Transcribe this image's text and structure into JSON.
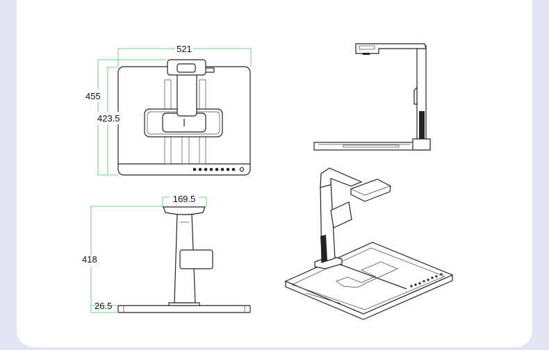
{
  "dimensions": {
    "width": "521",
    "total_height": "455",
    "base_depth": "423.5",
    "head_width": "169.5",
    "arm_height": "418",
    "base_thickness": "26.5"
  },
  "colors": {
    "background": "#e3e5f5",
    "card": "#ffffff",
    "dimension_line": "#3ccf5a",
    "drawing_line": "#222222"
  }
}
